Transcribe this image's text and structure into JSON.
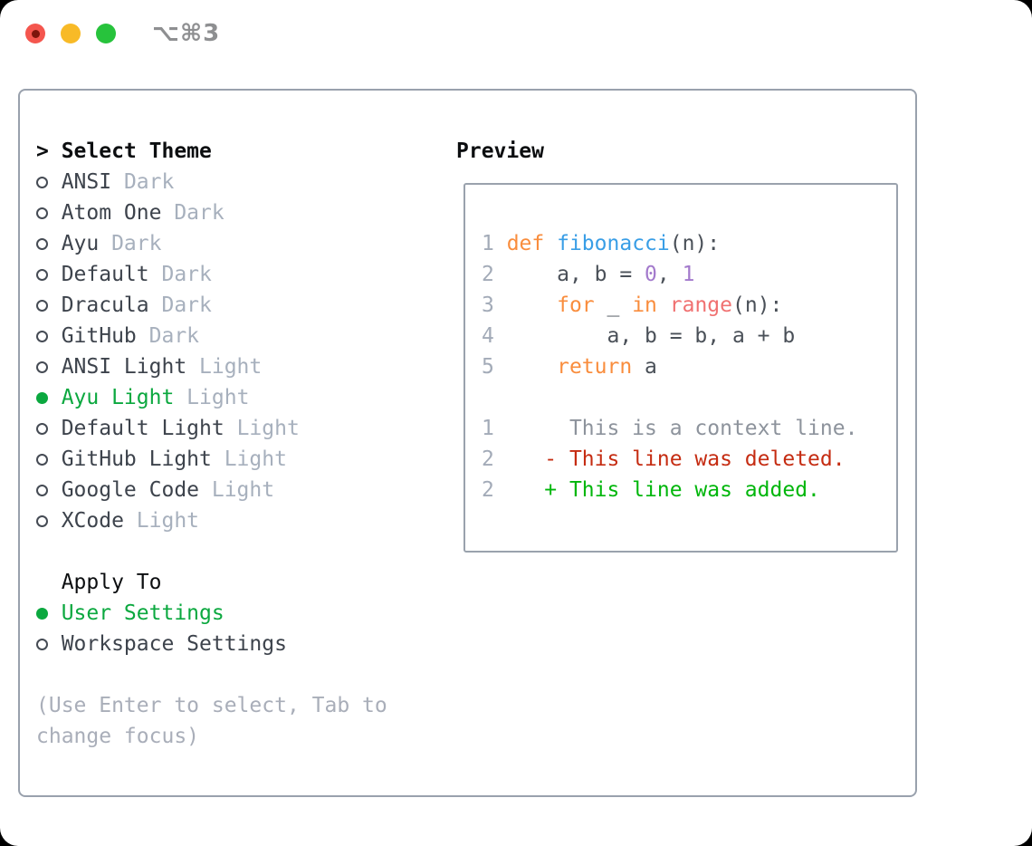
{
  "window": {
    "title": "⌥⌘3"
  },
  "colors": {
    "accent_green": "#0ba83f",
    "heading": "#0c0e10",
    "list_text": "#3d434c",
    "variant_tag": "#a7b0bd",
    "hint": "#a9aeb9",
    "panel_border": "#99a1ad",
    "titlebar_title": "#8e8f91",
    "traffic_red": "#f4564e",
    "traffic_red_dot": "#7c150c",
    "traffic_yellow": "#f8ba27",
    "traffic_green": "#27c33c",
    "syntax": {
      "lineno": "#a3abb8",
      "keyword": "#f98d3d",
      "function": "#399ee6",
      "constant": "#a37acc",
      "special": "#f07171",
      "plain": "#4a5058",
      "context": "#8d939c",
      "removed": "#c52c12",
      "added": "#00b60b"
    }
  },
  "theme_picker": {
    "prompt_arrow": "> ",
    "header": "Select Theme",
    "themes": [
      {
        "name": "ANSI",
        "variant": "Dark",
        "selected": false
      },
      {
        "name": "Atom One",
        "variant": "Dark",
        "selected": false
      },
      {
        "name": "Ayu",
        "variant": "Dark",
        "selected": false
      },
      {
        "name": "Default",
        "variant": "Dark",
        "selected": false
      },
      {
        "name": "Dracula",
        "variant": "Dark",
        "selected": false
      },
      {
        "name": "GitHub",
        "variant": "Dark",
        "selected": false
      },
      {
        "name": "ANSI Light",
        "variant": "Light",
        "selected": false
      },
      {
        "name": "Ayu Light",
        "variant": "Light",
        "selected": true
      },
      {
        "name": "Default Light",
        "variant": "Light",
        "selected": false
      },
      {
        "name": "GitHub Light",
        "variant": "Light",
        "selected": false
      },
      {
        "name": "Google Code",
        "variant": "Light",
        "selected": false
      },
      {
        "name": "XCode",
        "variant": "Light",
        "selected": false
      }
    ],
    "apply_to": {
      "header": "Apply To",
      "options": [
        {
          "label": "User Settings",
          "selected": true
        },
        {
          "label": "Workspace Settings",
          "selected": false
        }
      ]
    },
    "hint_lines": [
      "(Use Enter to select, Tab to",
      "change focus)"
    ]
  },
  "preview": {
    "header": "Preview",
    "lines": [
      {
        "name": "code-line-1",
        "segments": [
          [
            "1 ",
            "lineno"
          ],
          [
            "def",
            "keyword"
          ],
          [
            " ",
            "plain"
          ],
          [
            "fibonacci",
            "function"
          ],
          [
            "(n):",
            "plain"
          ]
        ]
      },
      {
        "name": "code-line-2",
        "segments": [
          [
            "2 ",
            "lineno"
          ],
          [
            "    a, b = ",
            "plain"
          ],
          [
            "0",
            "constant"
          ],
          [
            ", ",
            "plain"
          ],
          [
            "1",
            "constant"
          ]
        ]
      },
      {
        "name": "code-line-3",
        "segments": [
          [
            "3 ",
            "lineno"
          ],
          [
            "    ",
            "plain"
          ],
          [
            "for",
            "keyword"
          ],
          [
            " _ ",
            "plain"
          ],
          [
            "in",
            "keyword"
          ],
          [
            " ",
            "plain"
          ],
          [
            "range",
            "special"
          ],
          [
            "(n):",
            "plain"
          ]
        ]
      },
      {
        "name": "code-line-4",
        "segments": [
          [
            "4 ",
            "lineno"
          ],
          [
            "        a, b = b, a + b",
            "plain"
          ]
        ]
      },
      {
        "name": "code-line-5",
        "segments": [
          [
            "5 ",
            "lineno"
          ],
          [
            "    ",
            "plain"
          ],
          [
            "return",
            "keyword"
          ],
          [
            " a",
            "plain"
          ]
        ]
      },
      {
        "name": "blank-line",
        "segments": []
      },
      {
        "name": "diff-context-line",
        "segments": [
          [
            "1 ",
            "lineno"
          ],
          [
            "     This is a context line.",
            "context"
          ]
        ]
      },
      {
        "name": "diff-removed-line",
        "segments": [
          [
            "2 ",
            "lineno"
          ],
          [
            "   ",
            "plain"
          ],
          [
            "- This line was deleted.",
            "removed"
          ]
        ]
      },
      {
        "name": "diff-added-line",
        "segments": [
          [
            "2 ",
            "lineno"
          ],
          [
            "   ",
            "plain"
          ],
          [
            "+ This line was added.",
            "added"
          ]
        ]
      }
    ]
  }
}
